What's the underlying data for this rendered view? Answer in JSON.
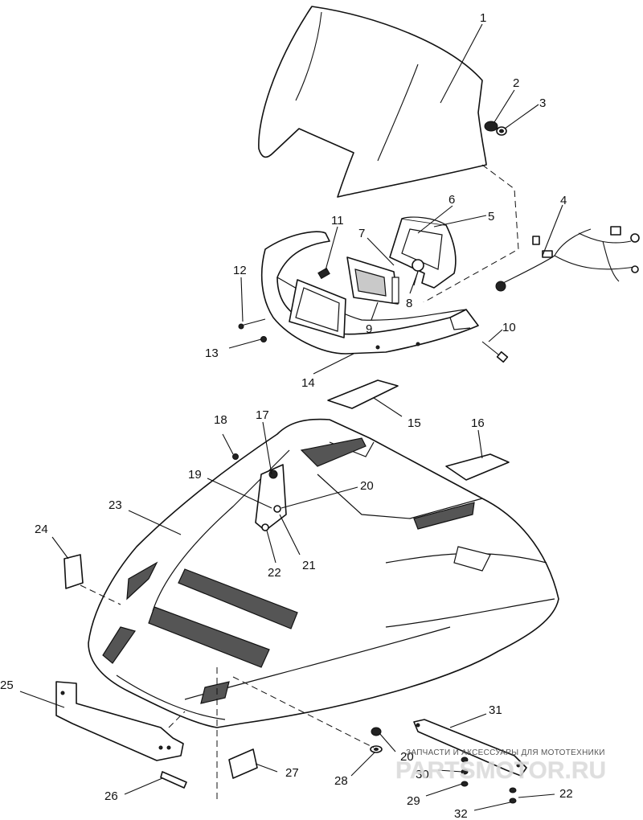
{
  "callouts": {
    "c1": "1",
    "c2": "2",
    "c3": "3",
    "c4": "4",
    "c5": "5",
    "c6": "6",
    "c7": "7",
    "c8": "8",
    "c9": "9",
    "c10": "10",
    "c11": "11",
    "c12": "12",
    "c13": "13",
    "c14": "14",
    "c15": "15",
    "c16": "16",
    "c17": "17",
    "c18": "18",
    "c19": "19",
    "c20a": "20",
    "c20b": "20",
    "c21": "21",
    "c22a": "22",
    "c22b": "22",
    "c23": "23",
    "c24": "24",
    "c25": "25",
    "c26": "26",
    "c27": "27",
    "c28": "28",
    "c29": "29",
    "c30": "30",
    "c31": "31",
    "c32": "32"
  },
  "watermark": {
    "tagline": "ЗАПЧАСТИ И АКСЕССУАРЫ ДЛЯ МОТОТЕХНИКИ",
    "brand": "PARTSMOTOR.RU"
  }
}
